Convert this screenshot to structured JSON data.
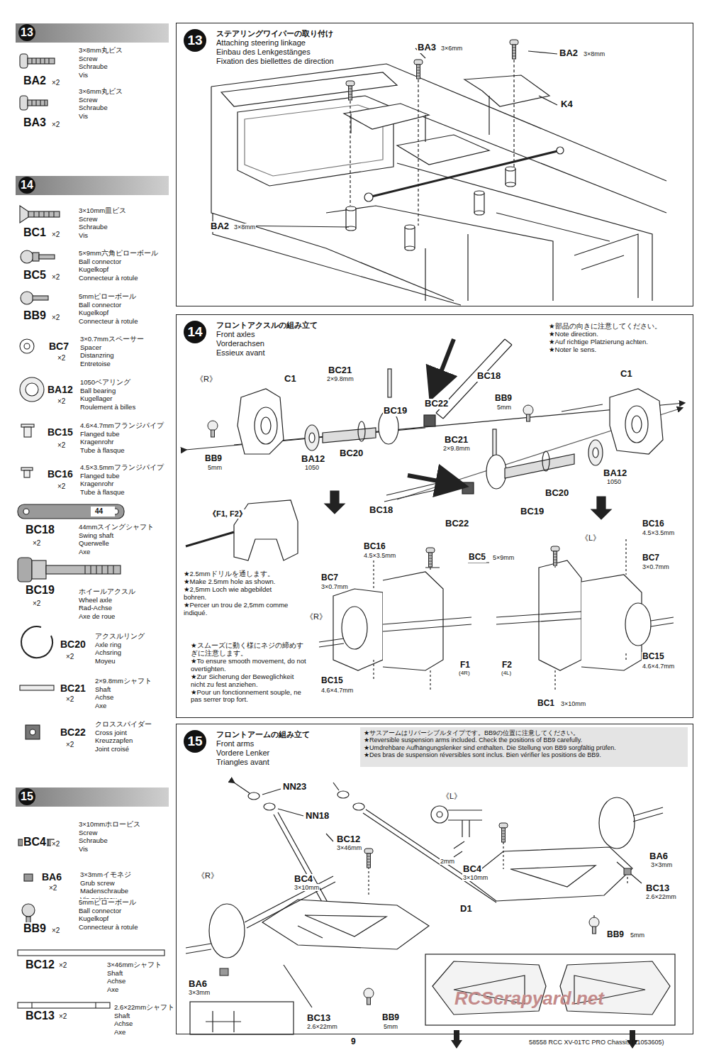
{
  "diagram": {
    "nodes": [
      {
        "text": [
          "13"
        ]
      },
      {
        "text": [
          "14"
        ]
      },
      {
        "text": [
          "15"
        ]
      },
      {
        "text": [
          "ステアリングワイパーの取り付け",
          "Attaching steering linkage",
          "Einbau des Lenkgestänges",
          "Fixation des biellettes de direction"
        ]
      },
      {
        "text": [
          "13"
        ],
        "in": 3
      },
      {
        "text": [
          "フロントアクスルの組み立て",
          "Front axles",
          "Vorderachsen",
          "Essieux avant"
        ]
      },
      {
        "text": [
          "14"
        ],
        "in": 5
      },
      {
        "text": [
          "フロントアームの組み立て",
          "Front arms",
          "Vordere Lenker",
          "Triangles avant"
        ]
      },
      {
        "text": [
          "15"
        ],
        "in": 7
      }
    ],
    "labels": [
      "BA2",
      "×2",
      "3×8mm丸ビス",
      "Screw",
      "Schraube",
      "Vis",
      "BA3",
      "×2",
      "3×6mm丸ビス",
      "Screw",
      "Schraube",
      "Vis",
      "BC1",
      "×2",
      "3×10mm皿ビス",
      "Screw",
      "Schraube",
      "Vis",
      "BC5",
      "×2",
      "5×9mm六角ピローボール",
      "Ball connector",
      "Kugelkopf",
      "Connecteur à rotule",
      "BB9",
      "×2",
      "5mmピローボール",
      "Ball connector",
      "Kugelkopf",
      "Connecteur à rotule",
      "BC7",
      "×2",
      "3×0.7mmスペーサー",
      "Spacer",
      "Distanzring",
      "Entretoise",
      "BA12",
      "×2",
      "1050ベアリング",
      "Ball bearing",
      "Kugellager",
      "Roulement à billes",
      "BC15",
      "×2",
      "4.6×4.7mmフランジパイプ",
      "Flanged tube",
      "Kragenrohr",
      "Tube à flasque",
      "BC16",
      "×2",
      "4.5×3.5mmフランジパイプ",
      "Flanged tube",
      "Kragenrohr",
      "Tube à flasque",
      "44",
      "BC18",
      "×2",
      "44mmスイングシャフト",
      "Swing shaft",
      "Querwelle",
      "Axe",
      "BC19",
      "×2",
      "ホイールアクスル",
      "Wheel axle",
      "Rad-Achse",
      "Axe de roue",
      "BC20",
      "×2",
      "アクスルリング",
      "Axle ring",
      "Achsring",
      "Moyeu",
      "BC21",
      "×2",
      "2×9.8mmシャフト",
      "Shaft",
      "Achse",
      "Axe",
      "BC22",
      "×2",
      "クロススパイダー",
      "Cross joint",
      "Kreuzzapfen",
      "Joint croisé",
      "BC4",
      "×2",
      "3×10mmホロービス",
      "Screw",
      "Schraube",
      "Vis",
      "BA6",
      "×2",
      "3×3mmイモネジ",
      "Grub screw",
      "Madenschraube",
      "Vis pointeau",
      "BB9",
      "×2",
      "5mmピローボール",
      "Ball connector",
      "Kugelkopf",
      "Connecteur à rotule",
      "BC12",
      "×2",
      "3×46mmシャフト",
      "Shaft",
      "Achse",
      "Axe",
      "BC13",
      "×2",
      "2.6×22mmシャフト",
      "Shaft",
      "Achse",
      "Axe",
      "BA3",
      "3×6mm",
      "BA2",
      "3×8mm",
      "K4",
      "BA2",
      "3×8mm",
      "★部品の向きに注意してください。",
      "★Note direction.",
      "★Auf richtige Platzierung achten.",
      "★Noter le sens.",
      "BC21",
      "2×9.8mm",
      "BC18",
      "C1",
      "《R》",
      "C1",
      "BB9",
      "5mm",
      "BC22",
      "BC19",
      "BC20",
      "BA12",
      "1050",
      "BB9",
      "5mm",
      "BC21",
      "2×9.8mm",
      "BA12",
      "1050",
      "BC20",
      "BC19",
      "BC18",
      "BC22",
      "《F1, F2》",
      "★2.5mmドリルを通します。",
      "★Make 2.5mm hole as shown.",
      "★2,5mm Loch wie abgebildet bohren.",
      "★Percer un trou de 2,5mm comme indiqué.",
      "BC16",
      "4.5×3.5mm",
      "《L》",
      "BC16",
      "4.5×3.5mm",
      "BC5",
      "5×9mm",
      "BC7",
      "3×0.7mm",
      "BC7",
      "3×0.7mm",
      "《R》",
      "★スムーズに動く様にネジの締めすぎに注意します。",
      "★To ensure smooth movement, do not overtighten.",
      "★Zur Sicherung der Beweglichkeit nicht zu fest anziehen.",
      "★Pour un fonctionnement souple, ne pas serrer trop fort.",
      "BC15",
      "4.6×4.7mm",
      "F1",
      "(4R)",
      "F2",
      "(4L)",
      "BC15",
      "4.6×4.7mm",
      "BC1",
      "3×10mm",
      "★サスアームはリバーシブルタイプです。BB9の位置に注意してください。",
      "★Reversible suspension arms included. Check the positions of BB9 carefully.",
      "★Umdrehbare Aufhängungslenker sind enthalten. Die Stellung von BB9 sorgfältig prüfen.",
      "★Des bras de suspension réversibles sont inclus. Bien vérifier les positions de BB9.",
      "NN23",
      "NN18",
      "BC12",
      "3×46mm",
      "BC4",
      "3×10mm",
      "《R》",
      "《L》",
      "2mm",
      "BC4",
      "3×10mm",
      "BA6",
      "3×3mm",
      "BC13",
      "2.6×22mm",
      "D1",
      "BB9",
      "5mm",
      "BA6",
      "3×3mm",
      "BC13",
      "2.6×22mm",
      "BB9",
      "5mm",
      "RCScrapyard.net",
      "9",
      "58558 RCC XV-01TC PRO Chassis (11053605)"
    ]
  }
}
